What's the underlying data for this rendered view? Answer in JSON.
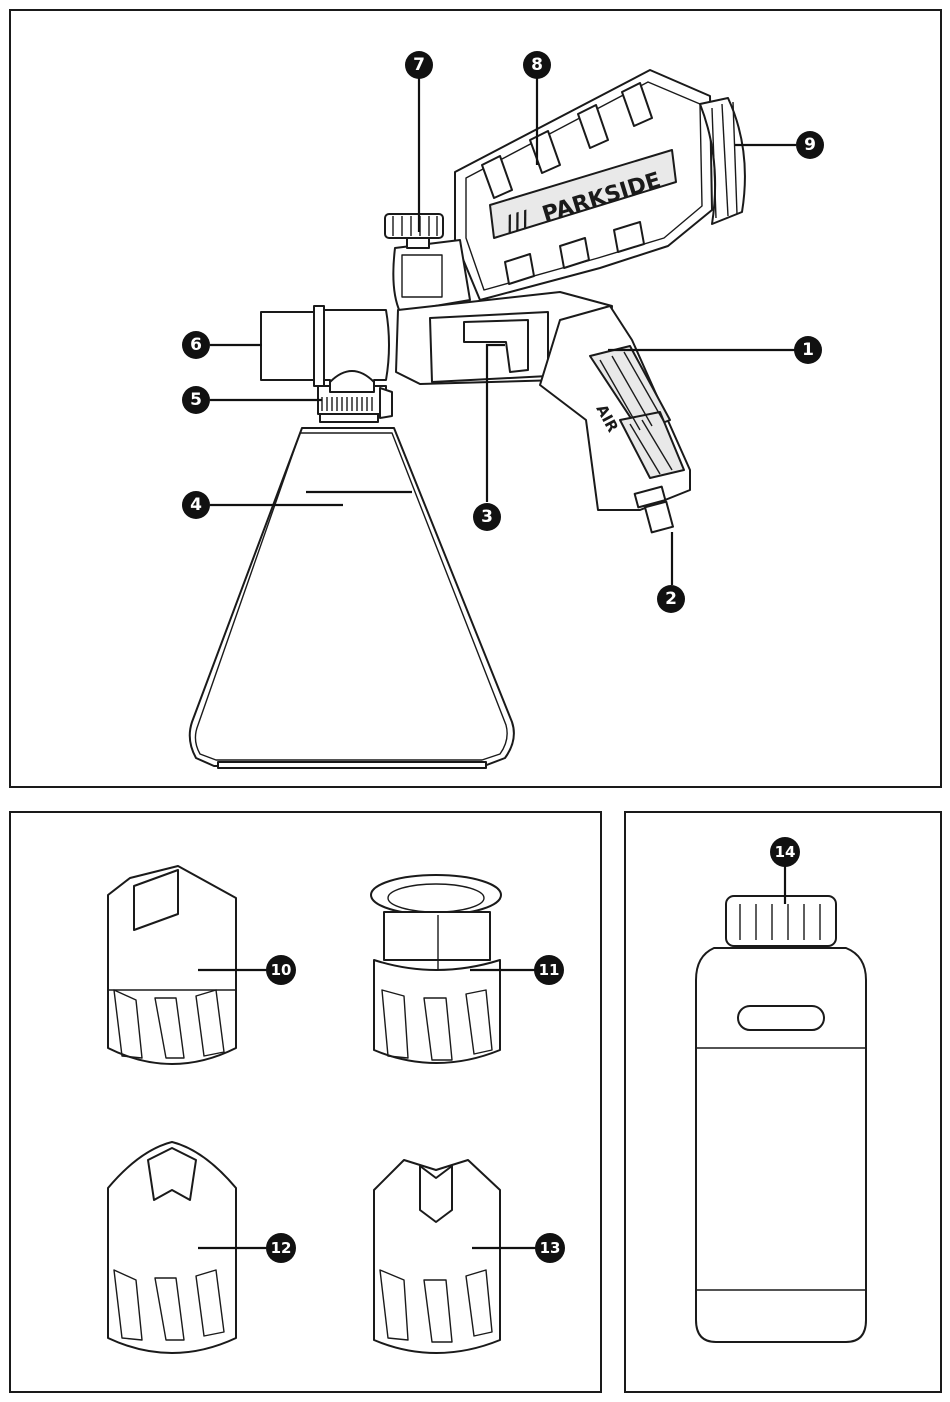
{
  "brand_label": "PARKSIDE",
  "brand_mark": "///",
  "grip_label": "AIR",
  "callouts": [
    {
      "id": "1",
      "label": "❶"
    },
    {
      "id": "2",
      "label": "❷"
    },
    {
      "id": "3",
      "label": "❸"
    },
    {
      "id": "4",
      "label": "❹"
    },
    {
      "id": "5",
      "label": "❺"
    },
    {
      "id": "6",
      "label": "❻"
    },
    {
      "id": "7",
      "label": "❼"
    },
    {
      "id": "8",
      "label": "❽"
    },
    {
      "id": "9",
      "label": "❾"
    },
    {
      "id": "10",
      "label": "❿"
    },
    {
      "id": "11",
      "label": "⓫"
    },
    {
      "id": "12",
      "label": "⓬"
    },
    {
      "id": "13",
      "label": "⓭"
    },
    {
      "id": "14",
      "label": "⓮"
    }
  ]
}
